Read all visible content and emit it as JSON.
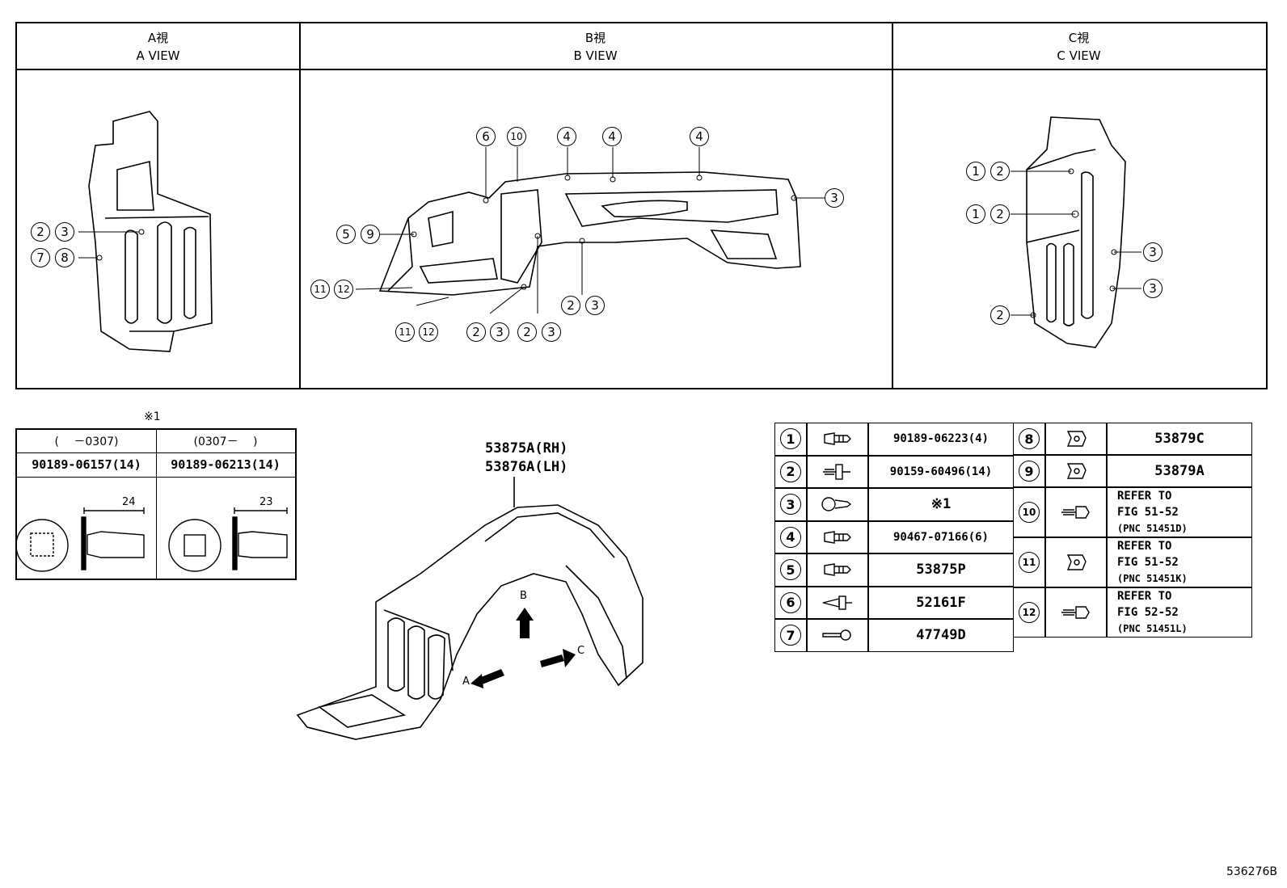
{
  "views": [
    {
      "jp": "A視",
      "en": "A VIEW"
    },
    {
      "jp": "B視",
      "en": "B VIEW"
    },
    {
      "jp": "C視",
      "en": "C VIEW"
    }
  ],
  "callouts": {
    "a_view": [
      "2",
      "3",
      "7",
      "8"
    ],
    "b_view": [
      "6",
      "10",
      "4",
      "4",
      "4",
      "3",
      "5",
      "9",
      "11",
      "12",
      "2",
      "3",
      "2",
      "3",
      "2",
      "3",
      "11",
      "12"
    ],
    "c_view": [
      "1",
      "2",
      "1",
      "2",
      "3",
      "3",
      "2"
    ]
  },
  "variant_table": {
    "note": "※1",
    "col1_range": "(　 －0307)",
    "col2_range": "(0307－　 )",
    "col1_part": "90189-06157(14)",
    "col2_part": "90189-06213(14)",
    "col1_dim": "24",
    "col2_dim": "23"
  },
  "main_part": {
    "rh": "53875A(RH)",
    "lh": "53876A(LH)"
  },
  "arrows": {
    "a": "A",
    "b": "B",
    "c": "C"
  },
  "parts_left": [
    {
      "num": "1",
      "icon": "clip-icon",
      "part": "90189-06223(4)"
    },
    {
      "num": "2",
      "icon": "screw-icon",
      "part": "90159-60496(14)"
    },
    {
      "num": "3",
      "icon": "push-rivet-icon",
      "part": "※1"
    },
    {
      "num": "4",
      "icon": "clip-icon",
      "part": "90467-07166(6)"
    },
    {
      "num": "5",
      "icon": "clip-icon",
      "part": "53875P"
    },
    {
      "num": "6",
      "icon": "pin-clip-icon",
      "part": "52161F"
    },
    {
      "num": "7",
      "icon": "rivet-icon",
      "part": "47749D"
    }
  ],
  "parts_right": [
    {
      "num": "8",
      "icon": "nut-clip-icon",
      "part": "53879C"
    },
    {
      "num": "9",
      "icon": "nut-clip-icon",
      "part": "53879A"
    },
    {
      "num": "10",
      "icon": "bolt-icon",
      "ref": [
        "REFER TO",
        "FIG 51-52",
        "(PNC 51451D)"
      ]
    },
    {
      "num": "11",
      "icon": "nut-clip-icon",
      "ref": [
        "REFER TO",
        "FIG 51-52",
        "(PNC 51451K)"
      ]
    },
    {
      "num": "12",
      "icon": "bolt-icon",
      "ref": [
        "REFER TO",
        "FIG 52-52",
        "(PNC 51451L)"
      ]
    }
  ],
  "figure_id": "536276B"
}
